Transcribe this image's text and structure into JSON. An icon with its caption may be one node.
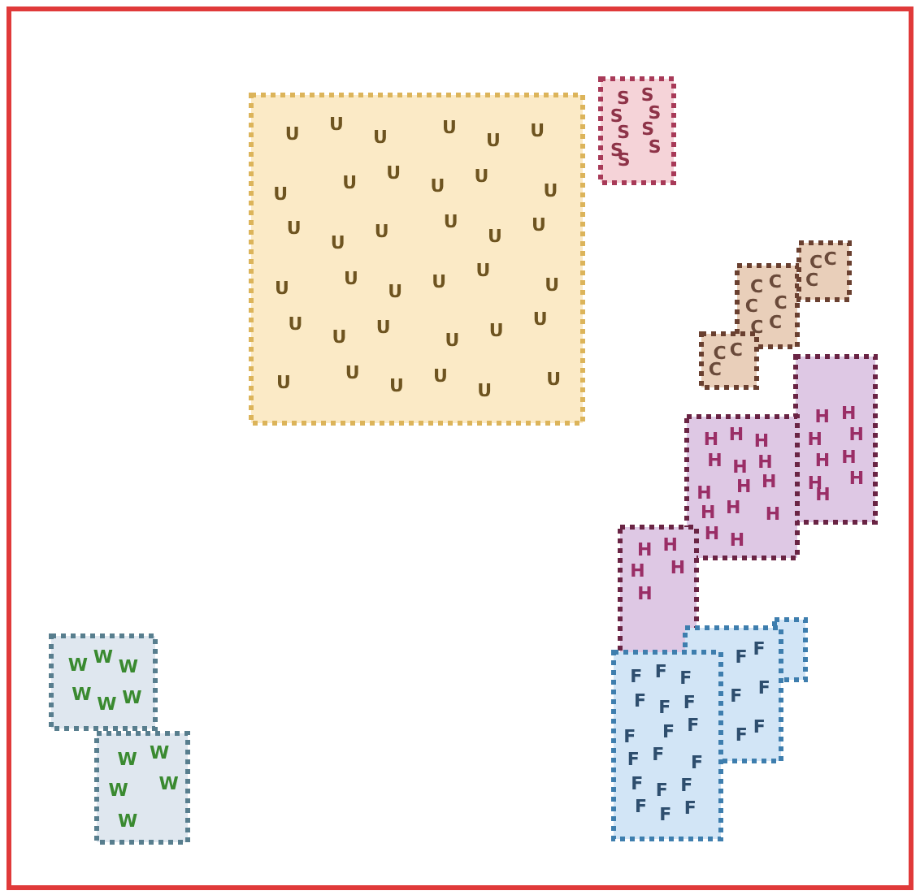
{
  "diagram": {
    "nodes": [
      {
        "text": [
          "U",
          "U",
          "U",
          "U",
          "U",
          "U",
          "U",
          "U",
          "U",
          "U",
          "U",
          "U",
          "U",
          "U",
          "U",
          "U",
          "U",
          "U",
          "U",
          "U",
          "U",
          "U",
          "U",
          "U",
          "U",
          "U",
          "U",
          "U",
          "U",
          "U",
          "U",
          "U",
          "U",
          "U",
          "U",
          "U"
        ]
      },
      {
        "text": [
          "S",
          "S",
          "S",
          "S",
          "S",
          "S",
          "S",
          "S",
          "S"
        ]
      },
      {
        "text": [
          "C",
          "C",
          "C",
          "C",
          "C",
          "C",
          "C",
          "C",
          "C",
          "C",
          "C",
          "C"
        ]
      },
      {
        "text": [
          "H",
          "H",
          "H",
          "H",
          "H",
          "H",
          "H",
          "H",
          "H",
          "H",
          "H",
          "H",
          "H",
          "H",
          "H",
          "H",
          "H",
          "H",
          "H",
          "H",
          "H",
          "H",
          "H",
          "H",
          "H",
          "H",
          "H",
          "H"
        ]
      },
      {
        "text": [
          "F",
          "F",
          "F",
          "F",
          "F",
          "F",
          "F",
          "F",
          "F",
          "F",
          "F",
          "F",
          "F",
          "F",
          "F",
          "F",
          "F",
          "F",
          "F",
          "F",
          "F",
          "F",
          "F",
          "F"
        ]
      },
      {
        "text": [
          "W",
          "W",
          "W",
          "W",
          "W",
          "W",
          "W",
          "W",
          "W",
          "W",
          "W"
        ]
      }
    ]
  }
}
